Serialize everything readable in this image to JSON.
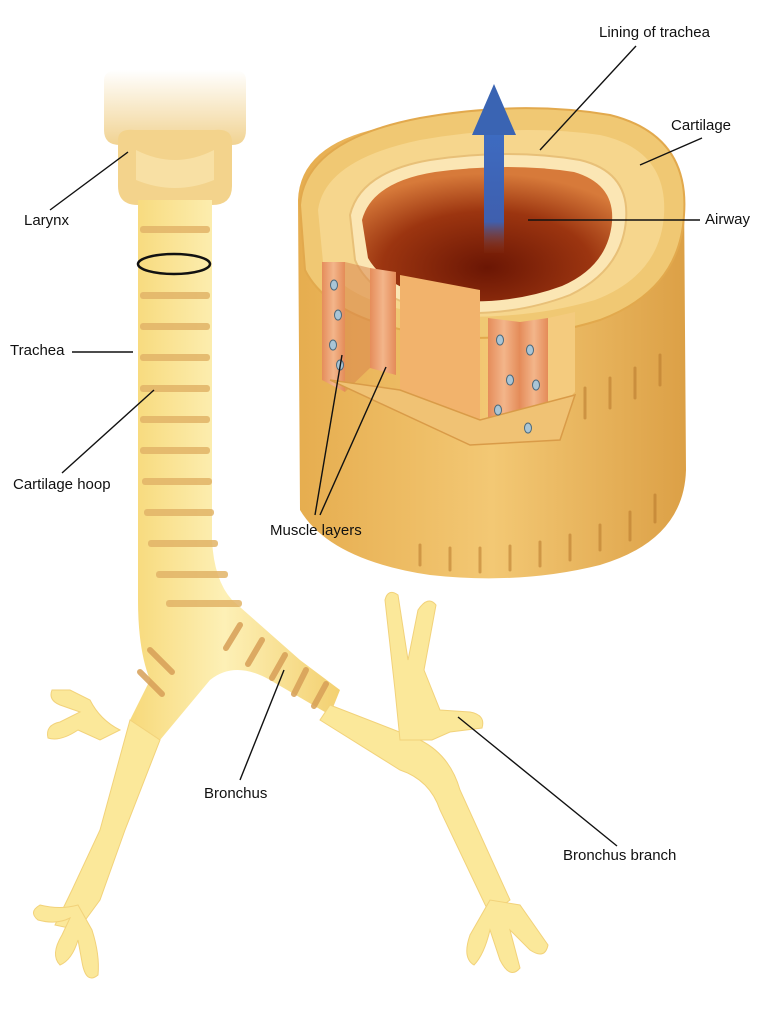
{
  "labels": {
    "lining_of_trachea": "Lining of trachea",
    "cartilage": "Cartilage",
    "airway": "Airway",
    "larynx": "Larynx",
    "trachea": "Trachea",
    "cartilage_hoop": "Cartilage hoop",
    "muscle_layers": "Muscle layers",
    "bronchus": "Bronchus",
    "bronchus_branch": "Bronchus branch"
  },
  "colors": {
    "airway_tube": "#fbe89a",
    "tube_band": "#e0b56a",
    "larynx": "#f3d38c",
    "cartilage_ring": "#f2c870",
    "cartilage_outer": "#e9b554",
    "lumen_dark": "#7a1f08",
    "lumen_light": "#c2571f",
    "muscle": "#e9a074",
    "arrow": "#3a64b3",
    "leader_line": "#111111",
    "highlight_ring": "#111111"
  },
  "icons": {
    "airflow": "arrow-up"
  }
}
